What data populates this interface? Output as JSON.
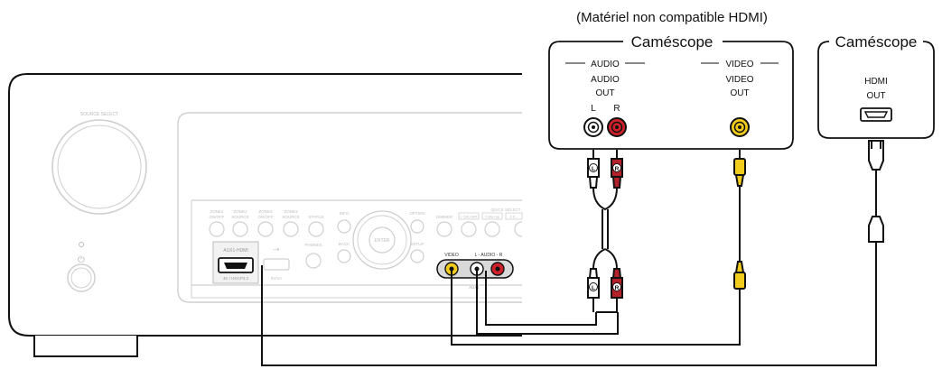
{
  "header": {
    "note": "(Matériel non compatible HDMI)"
  },
  "camcorder_analog": {
    "title": "Caméscope",
    "audio_group": "AUDIO",
    "audio_out_line1": "AUDIO",
    "audio_out_line2": "OUT",
    "left_label": "L",
    "right_label": "R",
    "video_group": "VIDEO",
    "video_out_line1": "VIDEO",
    "video_out_line2": "OUT"
  },
  "camcorder_hdmi": {
    "title": "Caméscope",
    "hdmi_line1": "HDMI",
    "hdmi_line2": "OUT"
  },
  "receiver": {
    "source_select": "SOURCE SELECT",
    "zone_buttons": [
      {
        "line1": "ZONE2",
        "line2": "ON/OFF"
      },
      {
        "line1": "ZONE2",
        "line2": "SOURCE"
      },
      {
        "line1": "ZONE3",
        "line2": "ON/OFF"
      },
      {
        "line1": "ZONE3",
        "line2": "SOURCE"
      }
    ],
    "status": "STATUS",
    "info": "INFO",
    "option": "OPTION",
    "dimmer": "DIMMER",
    "quick_select": "QUICK SELECT",
    "qs_buttons": [
      "1 CBL/SAT",
      "2 Blu-ray",
      "3 Z..."
    ],
    "enter": "ENTER",
    "back": "BACK",
    "setup": "SETUP",
    "phones": "PHONES",
    "aux1_hdmi": "AUX1-HDMI",
    "hdcp": "4K / HDCP2.2",
    "usb_label": "5V/1A",
    "aux_video": "VIDEO",
    "aux_audio": "L - AUDIO - R",
    "aux_label": "AUX1"
  },
  "colors": {
    "line": "#111111",
    "panel_line": "#cfcfcf",
    "yellow": "#f2cc1c",
    "red": "#d0202a",
    "white_jack": "#ffffff",
    "cable_fill": "#ffffff",
    "plug_red": "#b3222a",
    "plug_yellow": "#f2cc1c"
  }
}
